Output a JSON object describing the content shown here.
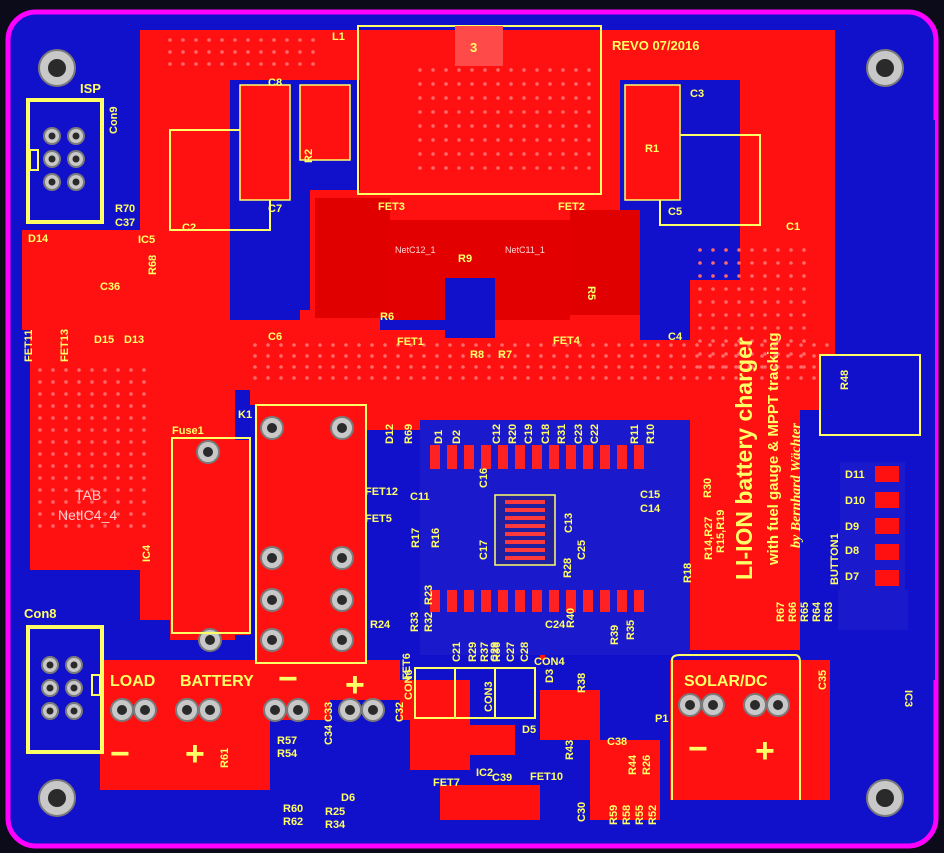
{
  "board": {
    "revision": "REVO 07/2016",
    "title": "LI-ION battery charger",
    "subtitle": "with fuel gauge & MPPT tracking",
    "author": "by Bernhard Wächter",
    "tab_label": "TAB",
    "tab_net": "NetIC4_4"
  },
  "connectors": {
    "isp": "ISP",
    "con9": "Con9",
    "con8": "Con8",
    "load": "LOAD",
    "battery": "BATTERY",
    "solar_dc": "SOLAR/DC",
    "minus": "−",
    "plus": "+",
    "con4": "CON4",
    "con6": "CON6",
    "con3": "CON3",
    "button1": "BUTTON1",
    "pad_3": "3"
  },
  "components": {
    "L1": "L1",
    "C8": "C8",
    "C3": "C3",
    "R2": "R2",
    "R1": "R1",
    "C2": "C2",
    "C7": "C7",
    "FET3": "FET3",
    "FET2": "FET2",
    "C5": "C5",
    "C1": "C1",
    "R9": "R9",
    "R6": "R6",
    "R5": "R5",
    "C6": "C6",
    "C4": "C4",
    "FET1": "FET1",
    "FET4": "FET4",
    "R8": "R8",
    "R7": "R7",
    "R70": "R70",
    "C37": "C37",
    "IC5": "IC5",
    "D14": "D14",
    "R68": "R68",
    "C36": "C36",
    "D15": "D15",
    "D13": "D13",
    "FET11": "FET11",
    "FET13": "FET13",
    "Fuse1": "Fuse1",
    "K1": "K1",
    "D12": "D12",
    "R69": "R69",
    "FET12": "FET12",
    "FET5": "FET5",
    "IC4": "IC4",
    "R24": "R24",
    "R48": "R48",
    "D11": "D11",
    "D10": "D10",
    "D9": "D9",
    "D8": "D8",
    "D7": "D7",
    "C35": "C35",
    "IC3": "IC3",
    "R61": "R61",
    "R57": "R57",
    "R54": "R54",
    "R60": "R60",
    "R62": "R62",
    "D6": "D6",
    "R25": "R25",
    "R34": "R34",
    "C33": "C33",
    "C34": "C34",
    "C32": "C32",
    "FET6": "FET6",
    "FET7": "FET7",
    "IC2": "IC2",
    "C39": "C39",
    "FET10": "FET10",
    "C30": "C30",
    "R59": "R59",
    "R58": "R58",
    "R55": "R55",
    "R52": "R52",
    "R44": "R44",
    "R26": "R26",
    "C38": "C38",
    "R43": "R43",
    "D5": "D5",
    "D3": "D3",
    "R38": "R38",
    "R14_R27": "R14,R27",
    "R15_R19": "R15,R19",
    "R30": "R30",
    "R18": "R18",
    "R67": "R67",
    "R66": "R66",
    "R65": "R65",
    "R64": "R64",
    "R63": "R63",
    "C12": "C12",
    "R20": "R20",
    "C19": "C19",
    "C18": "C18",
    "R31": "R31",
    "C23": "C23",
    "C22": "C22",
    "R11": "R11",
    "R10": "R10",
    "C11": "C11",
    "C16": "C16",
    "C15": "C15",
    "C14": "C14",
    "C13": "C13",
    "R17": "R17",
    "R16": "R16",
    "C17": "C17",
    "R23": "R23",
    "R33": "R33",
    "R32": "R32",
    "R29": "R29",
    "R28": "R28",
    "C21": "C21",
    "R35": "R35",
    "R40": "R40",
    "R37": "R37",
    "R36": "R36",
    "C27": "C27",
    "C25": "C25",
    "C28": "C28",
    "C29": "C29",
    "C24": "C24",
    "D1": "D1",
    "D2": "D2",
    "R39": "R39",
    "P1": "P1"
  },
  "nets": {
    "net_c12": "NetC12_1",
    "net_c11": "NetC11_1"
  },
  "colors": {
    "board_fill": "#1111cc",
    "copper": "#ff1111",
    "silkscreen": "#ffff66",
    "outline": "#ff00ff",
    "pad": "#c8c8c8"
  }
}
